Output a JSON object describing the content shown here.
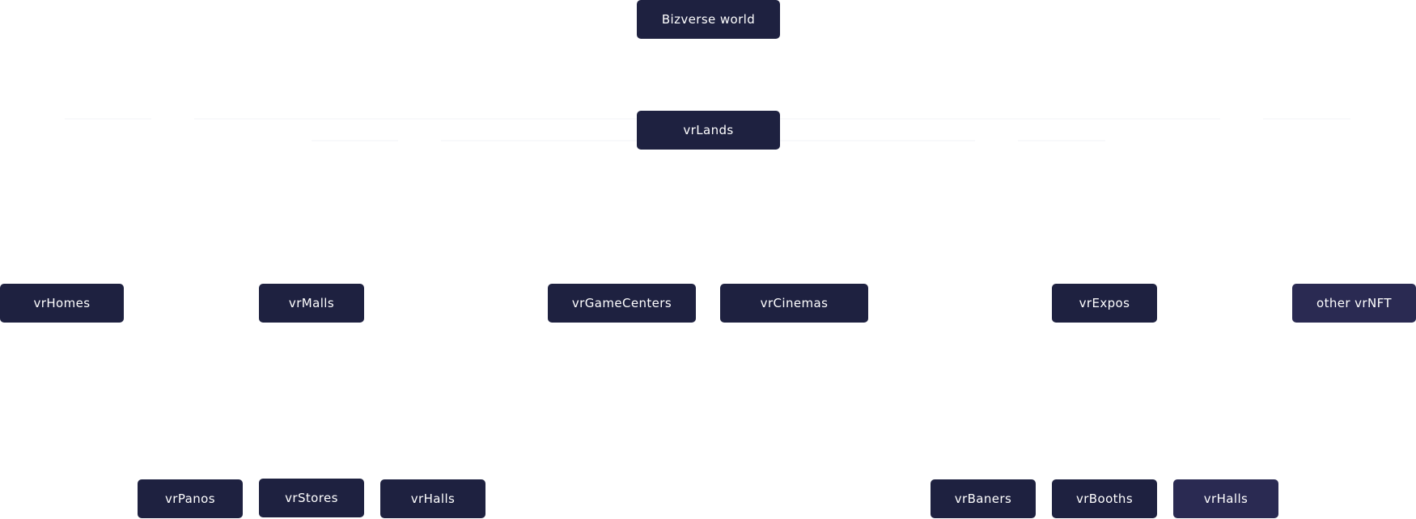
{
  "diagram": {
    "root": {
      "label": "Bizverse world"
    },
    "hub": {
      "label": "vrLands"
    },
    "categories": {
      "homes": "vrHomes",
      "malls": "vrMalls",
      "game_centers": "vrGameCenters",
      "cinemas": "vrCinemas",
      "expos": "vrExpos",
      "other": "other vrNFT"
    },
    "mall_children": {
      "panos": "vrPanos",
      "stores": "vrStores",
      "halls": "vrHalls"
    },
    "expo_children": {
      "baners": "vrBaners",
      "booths": "vrBooths",
      "halls": "vrHalls"
    },
    "colors": {
      "node_fill": "#1e2140",
      "node_fill_alt": "#2a2a52",
      "node_text": "#ffffff",
      "connector": "#f2f3f7"
    }
  }
}
